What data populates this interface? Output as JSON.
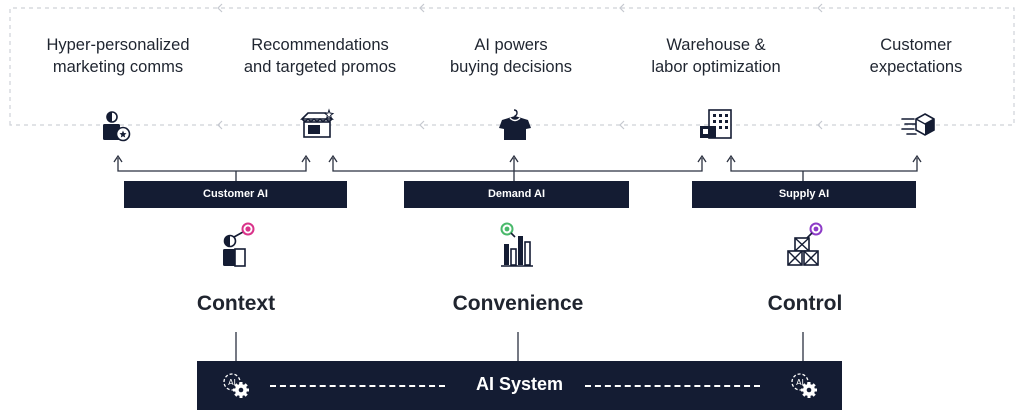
{
  "top_labels": [
    {
      "line1": "Hyper-personalized",
      "line2": "marketing comms"
    },
    {
      "line1": "Recommendations",
      "line2": "and targeted promos"
    },
    {
      "line1": "AI powers",
      "line2": "buying decisions"
    },
    {
      "line1": "Warehouse &",
      "line2": "labor optimization"
    },
    {
      "line1": "Customer",
      "line2": "expectations"
    }
  ],
  "bars": {
    "customer": "Customer AI",
    "demand": "Demand AI",
    "supply": "Supply AI"
  },
  "pillars": {
    "context": "Context",
    "convenience": "Convenience",
    "control": "Control"
  },
  "system": {
    "label": "AI System"
  },
  "colors": {
    "navy": "#141c33",
    "accent_pink": "#d9338a",
    "accent_green": "#49b96b",
    "outline_gray": "#cfd2d8"
  },
  "icons": [
    "person-badge-icon",
    "storefront-icon",
    "shirt-icon",
    "warehouse-icon",
    "fast-delivery-icon",
    "person-connection-icon",
    "bar-chart-icon",
    "boxes-icon",
    "gear-icon"
  ]
}
